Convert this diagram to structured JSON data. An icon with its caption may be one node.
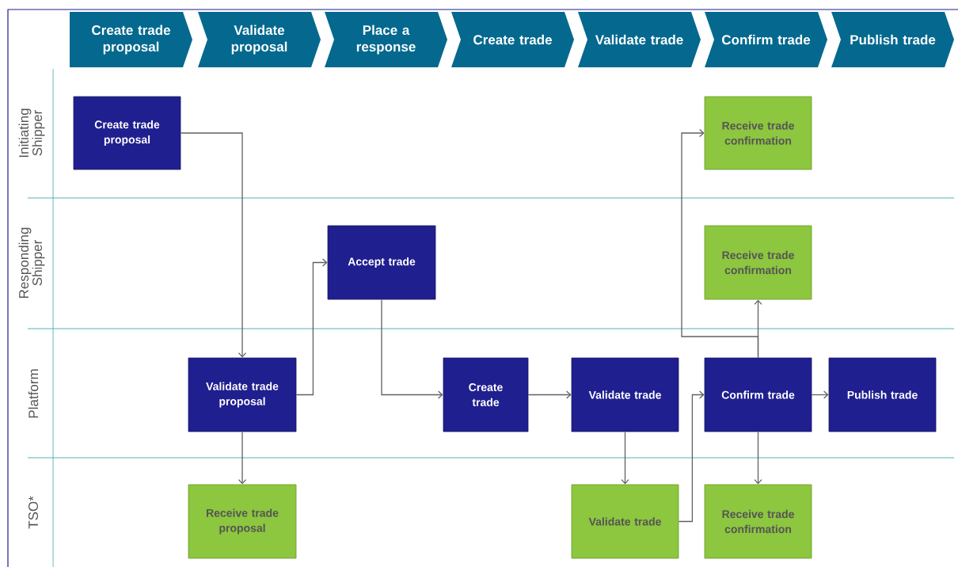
{
  "diagram": {
    "nodes": [
      {
        "text": [
          "Create trade proposal"
        ]
      },
      {
        "text": [
          "Validate proposal"
        ]
      },
      {
        "text": [
          "Place a response"
        ]
      },
      {
        "text": [
          "Create trade"
        ]
      },
      {
        "text": [
          "Validate trade"
        ]
      },
      {
        "text": [
          "Confirm trade"
        ]
      },
      {
        "text": [
          "Publish trade"
        ]
      },
      {
        "text": [
          "Create trade proposal"
        ]
      },
      {
        "text": [
          "Receive trade confirmation"
        ]
      },
      {
        "text": [
          "Accept trade"
        ]
      },
      {
        "text": [
          "Receive trade confirmation"
        ]
      },
      {
        "text": [
          "Validate trade proposal"
        ]
      },
      {
        "text": [
          "Create trade"
        ]
      },
      {
        "text": [
          "Validate trade"
        ]
      },
      {
        "text": [
          "Confirm trade"
        ]
      },
      {
        "text": [
          "Publish trade"
        ]
      },
      {
        "text": [
          "Receive trade proposal"
        ]
      },
      {
        "text": [
          "Validate trade"
        ]
      },
      {
        "text": [
          "Receive trade confirmation"
        ]
      }
    ],
    "edges": [
      {
        "from": 7,
        "to": 11,
        "arrow": "to"
      },
      {
        "from": 11,
        "to": 9,
        "arrow": "to"
      },
      {
        "from": 11,
        "to": 16,
        "arrow": "to"
      },
      {
        "from": 9,
        "to": 12,
        "arrow": "to"
      },
      {
        "from": 12,
        "to": 13,
        "arrow": "to"
      },
      {
        "from": 13,
        "to": 17,
        "arrow": "to"
      },
      {
        "from": 17,
        "to": 14,
        "arrow": "to"
      },
      {
        "from": 14,
        "to": 15,
        "arrow": "to"
      },
      {
        "from": 14,
        "to": 10,
        "arrow": "to"
      },
      {
        "from": 14,
        "to": 8,
        "arrow": "to"
      },
      {
        "from": 14,
        "to": 18,
        "arrow": "to"
      }
    ],
    "labels": [
      "Initiating Shipper",
      "Responding Shipper",
      "Platform",
      "TSO*"
    ]
  }
}
